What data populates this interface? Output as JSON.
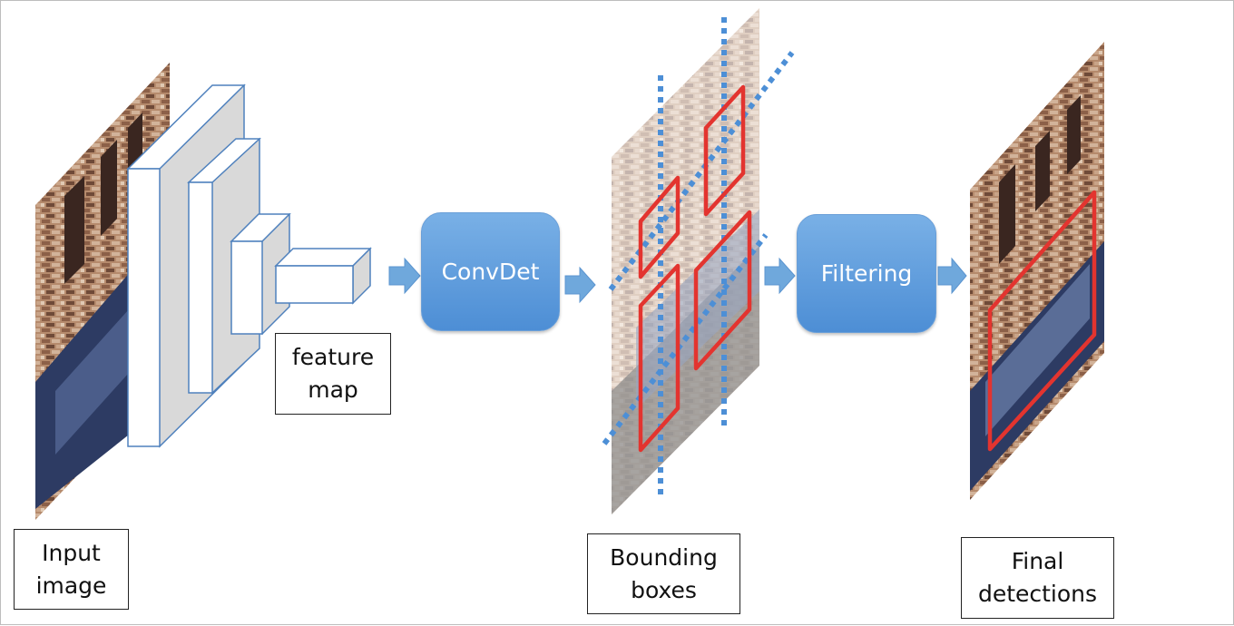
{
  "labels": {
    "input": [
      "Input",
      "image"
    ],
    "feature": [
      "feature",
      "map"
    ],
    "boxes": [
      "Bounding",
      "boxes"
    ],
    "final": [
      "Final",
      "detections"
    ]
  },
  "stages": {
    "convdet": "ConvDet",
    "filtering": "Filtering"
  },
  "colors": {
    "stage_fill": "#5b9bd5",
    "arrow": "#6fa8dc",
    "box_red": "#e3342f",
    "dotted_line": "#4d8fd6"
  }
}
